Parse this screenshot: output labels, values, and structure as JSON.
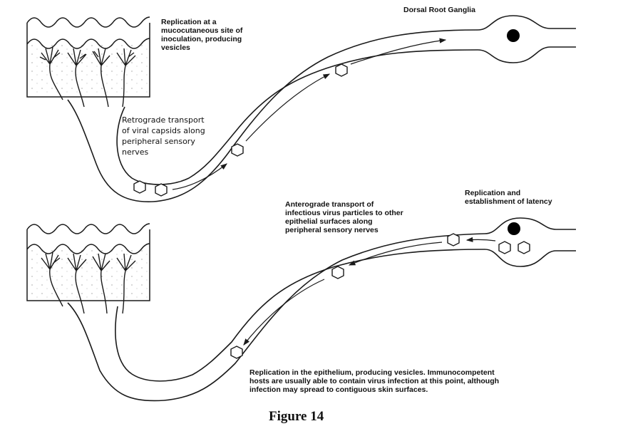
{
  "figure": {
    "caption": "Figure 14",
    "colors": {
      "line": "#1a1a1a",
      "background": "#ffffff",
      "nucleus": "#000000"
    }
  },
  "labels": {
    "replication_site": "Replication at a\nmucocutaneous site of\ninoculation, producing\nvesicles",
    "ganglia": "Dorsal Root Ganglia",
    "retrograde": "Retrograde transport\nof viral capsids along\nperipheral sensory\nnerves",
    "anterograde": "Anterograde transport of\ninfectious virus particles to other\nepithelial surfaces along\nperipheral sensory nerves",
    "latency": "Replication and\nestablishment of latency",
    "epithelium": "Replication in the epithelium, producing vesicles. Immunocompetent\nhosts are usually able to contain virus infection at this point, although\ninfection may spread to contiguous skin surfaces."
  },
  "panels": [
    {
      "name": "retrograde-panel",
      "direction": "toward-ganglion",
      "capsid_count_in_nerve": 4,
      "capsids_in_ganglion": 0
    },
    {
      "name": "anterograde-panel",
      "direction": "toward-skin",
      "capsid_count_in_nerve": 3,
      "capsids_in_ganglion": 2
    }
  ]
}
